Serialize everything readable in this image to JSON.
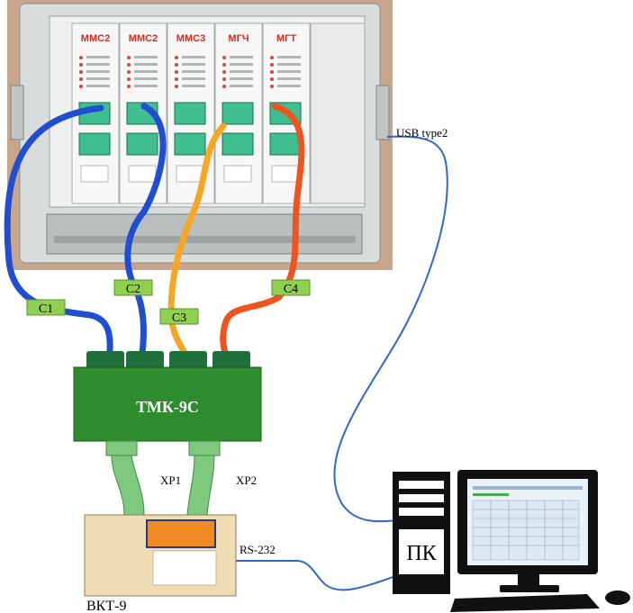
{
  "modules": [
    {
      "name": "MMC2",
      "label": "ММС2",
      "color": "#d62a1e"
    },
    {
      "name": "MMC2b",
      "label": "ММС2",
      "color": "#d62a1e"
    },
    {
      "name": "MMC3",
      "label": "ММС3",
      "color": "#d62a1e"
    },
    {
      "name": "MGCH",
      "label": "МГЧ",
      "color": "#d62a1e"
    },
    {
      "name": "MGT",
      "label": "МГТ",
      "color": "#d62a1e"
    }
  ],
  "cables": {
    "c1": {
      "label": "C1",
      "color": "#1f4fd0"
    },
    "c2": {
      "label": "C2",
      "color": "#1f4fd0"
    },
    "c3": {
      "label": "C3",
      "color": "#f5a623"
    },
    "c4": {
      "label": "C4",
      "color": "#f0541e"
    }
  },
  "tmk": {
    "label": "ТМК-9С"
  },
  "vkt": {
    "label": "ВКТ-9"
  },
  "pc": {
    "label": "ПК"
  },
  "connectors": {
    "usb": "USB type2",
    "xp1": "XP1",
    "xp2": "XP2",
    "rs232": "RS-232"
  },
  "colors": {
    "tag_green": "#8fd14f",
    "tmk_green": "#2e8b2e",
    "ribbon_green": "#7fc97f",
    "vkt_beige": "#f0dcb4",
    "usb_line": "#3366cc"
  }
}
